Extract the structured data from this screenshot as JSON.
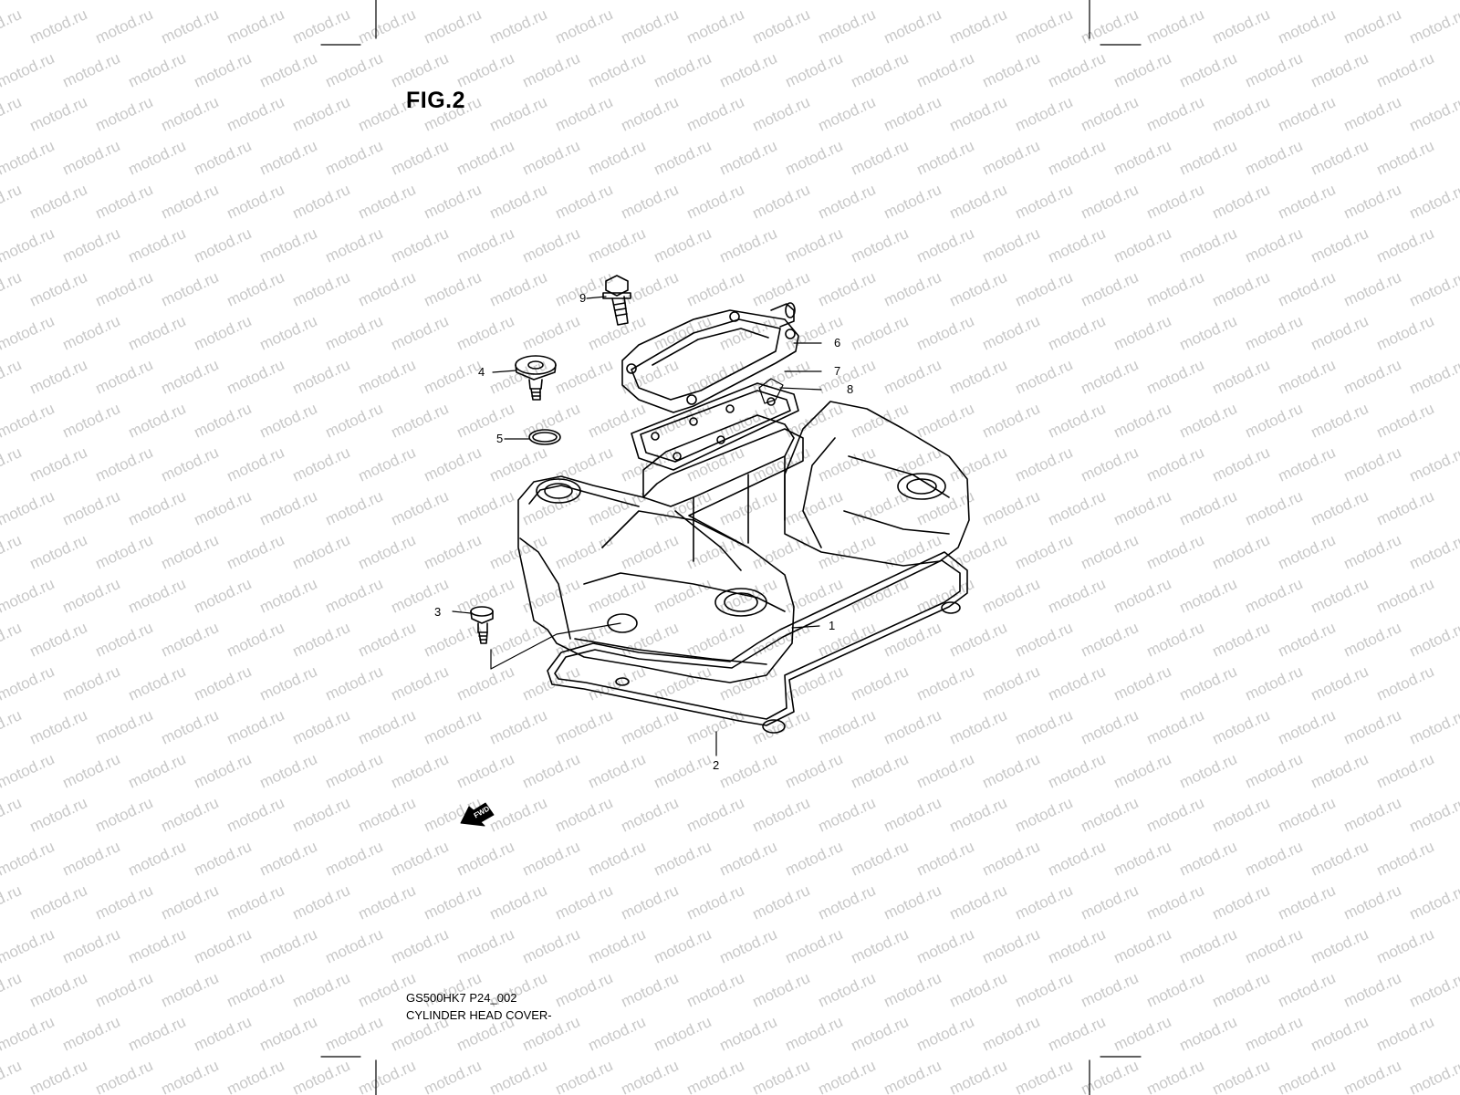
{
  "figure": {
    "title": "FIG.2",
    "model_code": "GS500HK7 P24_002",
    "caption": "CYLINDER HEAD COVER-"
  },
  "watermark": {
    "text": "motod.ru",
    "color": "#c8c8c8"
  },
  "callouts": [
    "1",
    "2",
    "3",
    "4",
    "5",
    "6",
    "7",
    "8",
    "9"
  ],
  "forward_marker": {
    "text": "FWD"
  },
  "colors": {
    "line": "#000000",
    "background": "#ffffff"
  }
}
